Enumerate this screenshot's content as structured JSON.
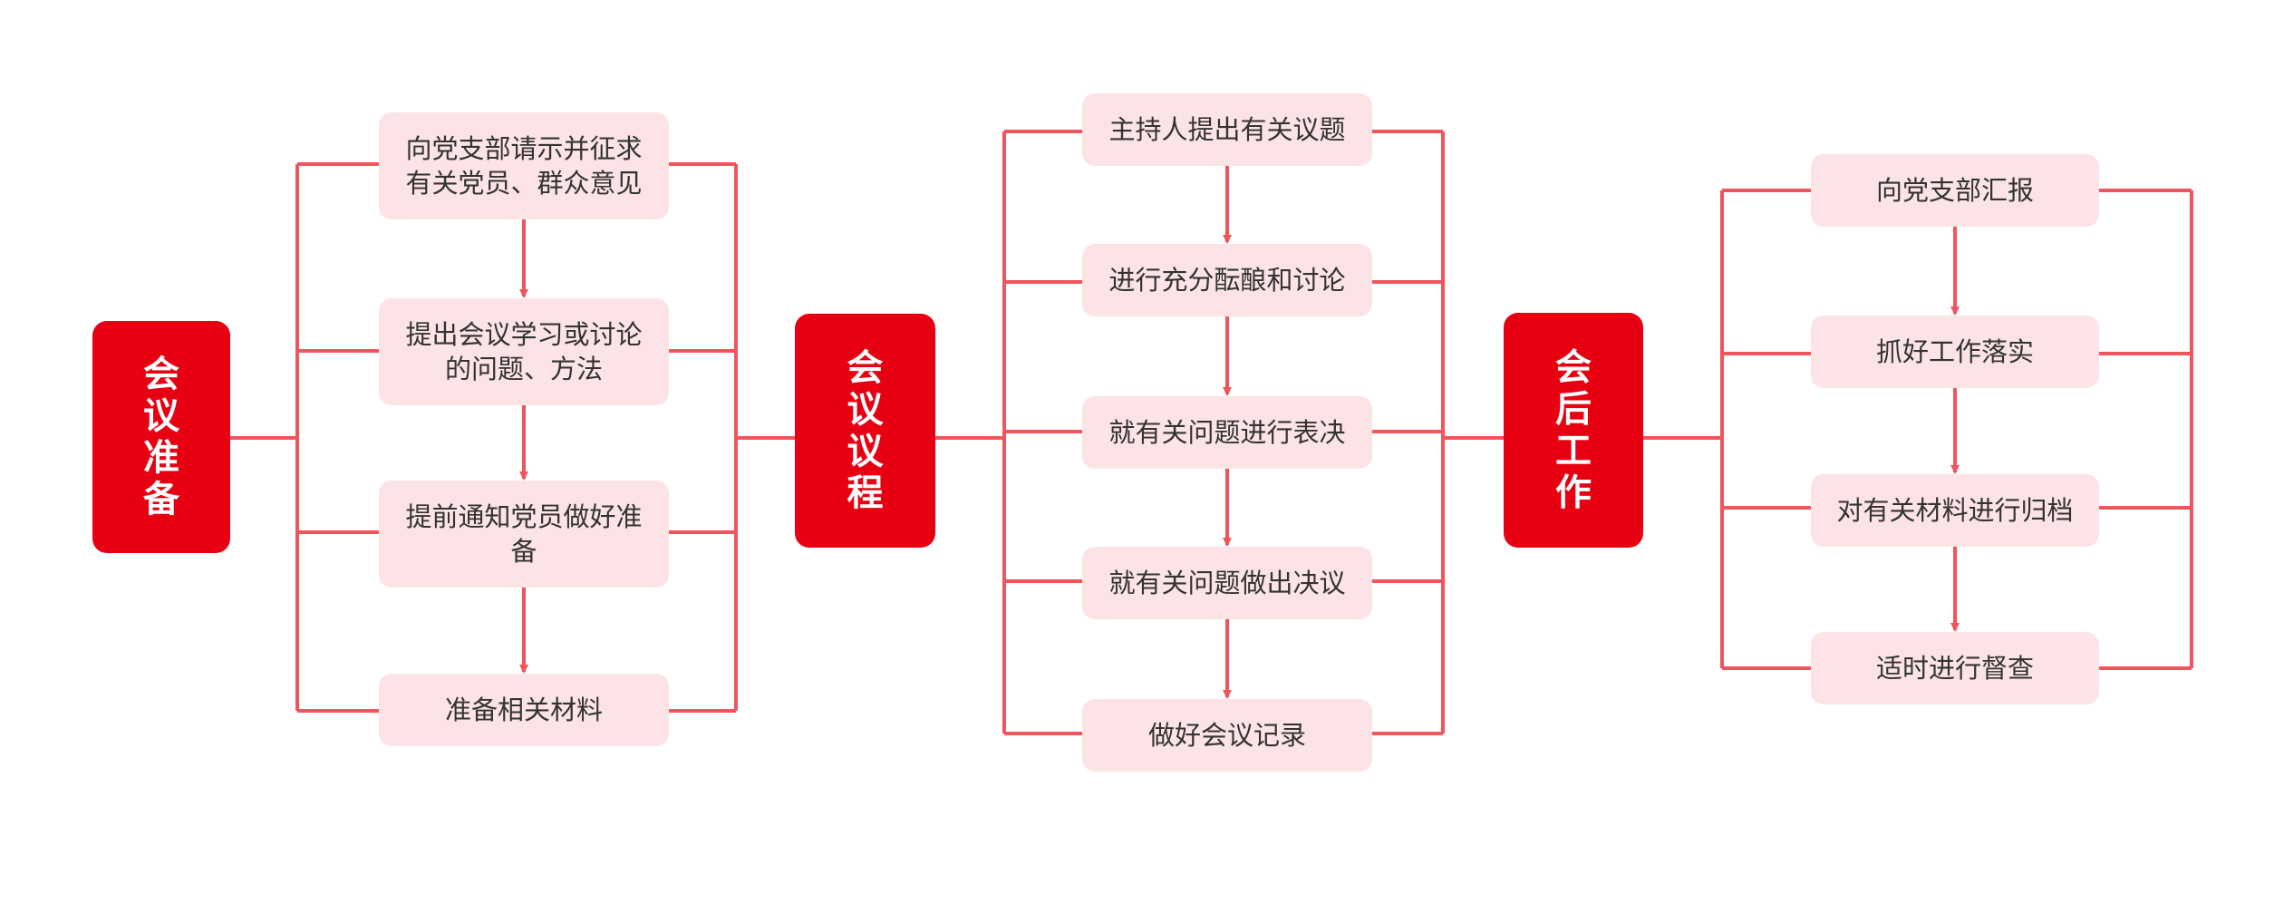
{
  "colors": {
    "main_fill": "#e60012",
    "step_fill": "#fce3e5",
    "connector": "#f0545c",
    "step_text": "#333333",
    "main_text": "#ffffff"
  },
  "stages": [
    {
      "title": "会议准备",
      "steps": [
        "向党支部请示并征求\n有关党员、群众意见",
        "提出会议学习或讨论\n的问题、方法",
        "提前通知党员做好准\n备",
        "准备相关材料"
      ]
    },
    {
      "title": "会议议程",
      "steps": [
        "主持人提出有关议题",
        "进行充分酝酿和讨论",
        "就有关问题进行表决",
        "就有关问题做出决议",
        "做好会议记录"
      ]
    },
    {
      "title": "会后工作",
      "steps": [
        "向党支部汇报",
        "抓好工作落实",
        "对有关材料进行归档",
        "适时进行督查"
      ]
    }
  ]
}
